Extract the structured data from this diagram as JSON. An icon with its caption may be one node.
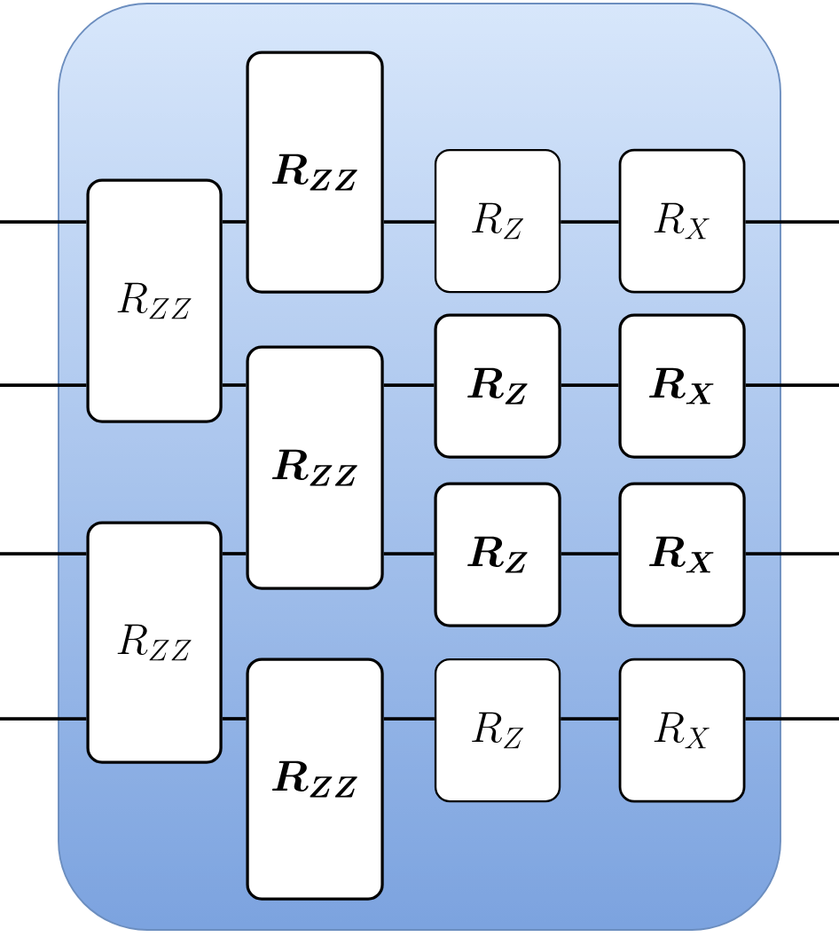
{
  "diagram": {
    "nodes": [
      {
        "text": [],
        "shape": "box"
      },
      {
        "text": [
          "R_{ZZ}"
        ],
        "in": 0
      },
      {
        "text": [
          "R_{ZZ}"
        ],
        "in": 0
      },
      {
        "text": [
          "R_{ZZ}"
        ],
        "in": 0
      },
      {
        "text": [
          "R_{ZZ}"
        ],
        "in": 0
      },
      {
        "text": [
          "R_{ZZ}"
        ],
        "in": 0
      },
      {
        "text": [
          "R_Z"
        ],
        "in": 0
      },
      {
        "text": [
          "R_Z"
        ],
        "in": 0
      },
      {
        "text": [
          "R_Z"
        ],
        "in": 0
      },
      {
        "text": [
          "R_Z"
        ],
        "in": 0
      },
      {
        "text": [
          "R_X"
        ],
        "in": 0
      },
      {
        "text": [
          "R_X"
        ],
        "in": 0
      },
      {
        "text": [
          "R_X"
        ],
        "in": 0
      },
      {
        "text": [
          "R_X"
        ],
        "in": 0
      }
    ],
    "edges": [
      {
        "from": null,
        "to": 1,
        "arrow": "none"
      },
      {
        "from": 1,
        "to": 3,
        "arrow": "none"
      },
      {
        "from": 3,
        "to": 6,
        "arrow": "none"
      },
      {
        "from": 6,
        "to": 10,
        "arrow": "none"
      },
      {
        "from": 10,
        "to": null,
        "arrow": "none"
      },
      {
        "from": null,
        "to": 1,
        "arrow": "none"
      },
      {
        "from": 1,
        "to": 4,
        "arrow": "none"
      },
      {
        "from": 4,
        "to": 7,
        "arrow": "none"
      },
      {
        "from": 7,
        "to": 11,
        "arrow": "none"
      },
      {
        "from": 11,
        "to": null,
        "arrow": "none"
      },
      {
        "from": null,
        "to": 2,
        "arrow": "none"
      },
      {
        "from": 2,
        "to": 4,
        "arrow": "none"
      },
      {
        "from": 4,
        "to": 8,
        "arrow": "none"
      },
      {
        "from": 8,
        "to": 12,
        "arrow": "none"
      },
      {
        "from": 12,
        "to": null,
        "arrow": "none"
      },
      {
        "from": null,
        "to": 2,
        "arrow": "none"
      },
      {
        "from": 2,
        "to": 5,
        "arrow": "none"
      },
      {
        "from": 5,
        "to": 9,
        "arrow": "none"
      },
      {
        "from": 9,
        "to": 13,
        "arrow": "none"
      },
      {
        "from": 13,
        "to": null,
        "arrow": "none"
      }
    ]
  }
}
